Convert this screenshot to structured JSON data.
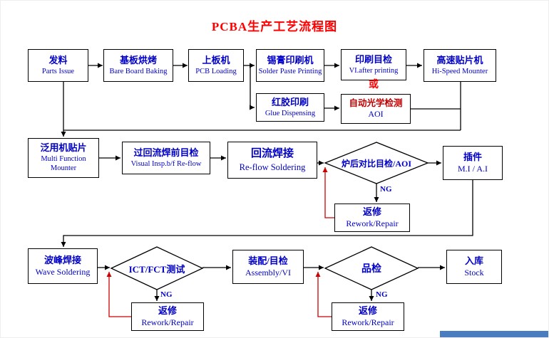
{
  "title": "PCBA生产工艺流程图",
  "labels": {
    "ng": "NG",
    "or": "或"
  },
  "colors": {
    "title": "#ff0000",
    "box_text": "#0000c6",
    "box_border": "#000000",
    "aoi_zh": "#c00000",
    "rework_path": "#cc0000",
    "connector": "#000000"
  },
  "boxes": {
    "parts_issue": {
      "zh": "发料",
      "en": "Parts Issue"
    },
    "baking": {
      "zh": "基板烘烤",
      "en": "Bare Board Baking"
    },
    "loading": {
      "zh": "上板机",
      "en": "PCB Loading"
    },
    "paste": {
      "zh": "锡膏印刷机",
      "en": "Solder Paste Printing"
    },
    "vi_print": {
      "zh": "印刷目检",
      "en": "VI.after printing"
    },
    "mounter": {
      "zh": "高速贴片机",
      "en": "Hi-Speed Mounter"
    },
    "glue": {
      "zh": "红胶印刷",
      "en": "Glue Dispensing"
    },
    "aoi": {
      "zh": "自动光学检测",
      "en": "AOI"
    },
    "multi": {
      "zh": "泛用机贴片",
      "en1": "Multi Function",
      "en2": "Mounter"
    },
    "visual": {
      "zh": "过回流焊前目检",
      "en": "Visual Insp.b/f Re-flow"
    },
    "reflow": {
      "zh": "回流焊接",
      "en": "Re-flow  Soldering"
    },
    "post_aoi": {
      "label": "炉后对比目检/AOI"
    },
    "mi_ai": {
      "zh": "插件",
      "en": "M.I / A.I"
    },
    "rework2": {
      "zh": "返修",
      "en": "Rework/Repair"
    },
    "wave": {
      "zh": "波峰焊接",
      "en": "Wave Soldering"
    },
    "ict": {
      "label": "ICT/FCT测试"
    },
    "assembly": {
      "zh": "装配/目检",
      "en": "Assembly/VI"
    },
    "quality": {
      "label": "品检"
    },
    "stock": {
      "zh": "入库",
      "en": "Stock"
    },
    "rework3a": {
      "zh": "返修",
      "en": "Rework/Repair"
    },
    "rework3b": {
      "zh": "返修",
      "en": "Rework/Repair"
    }
  }
}
